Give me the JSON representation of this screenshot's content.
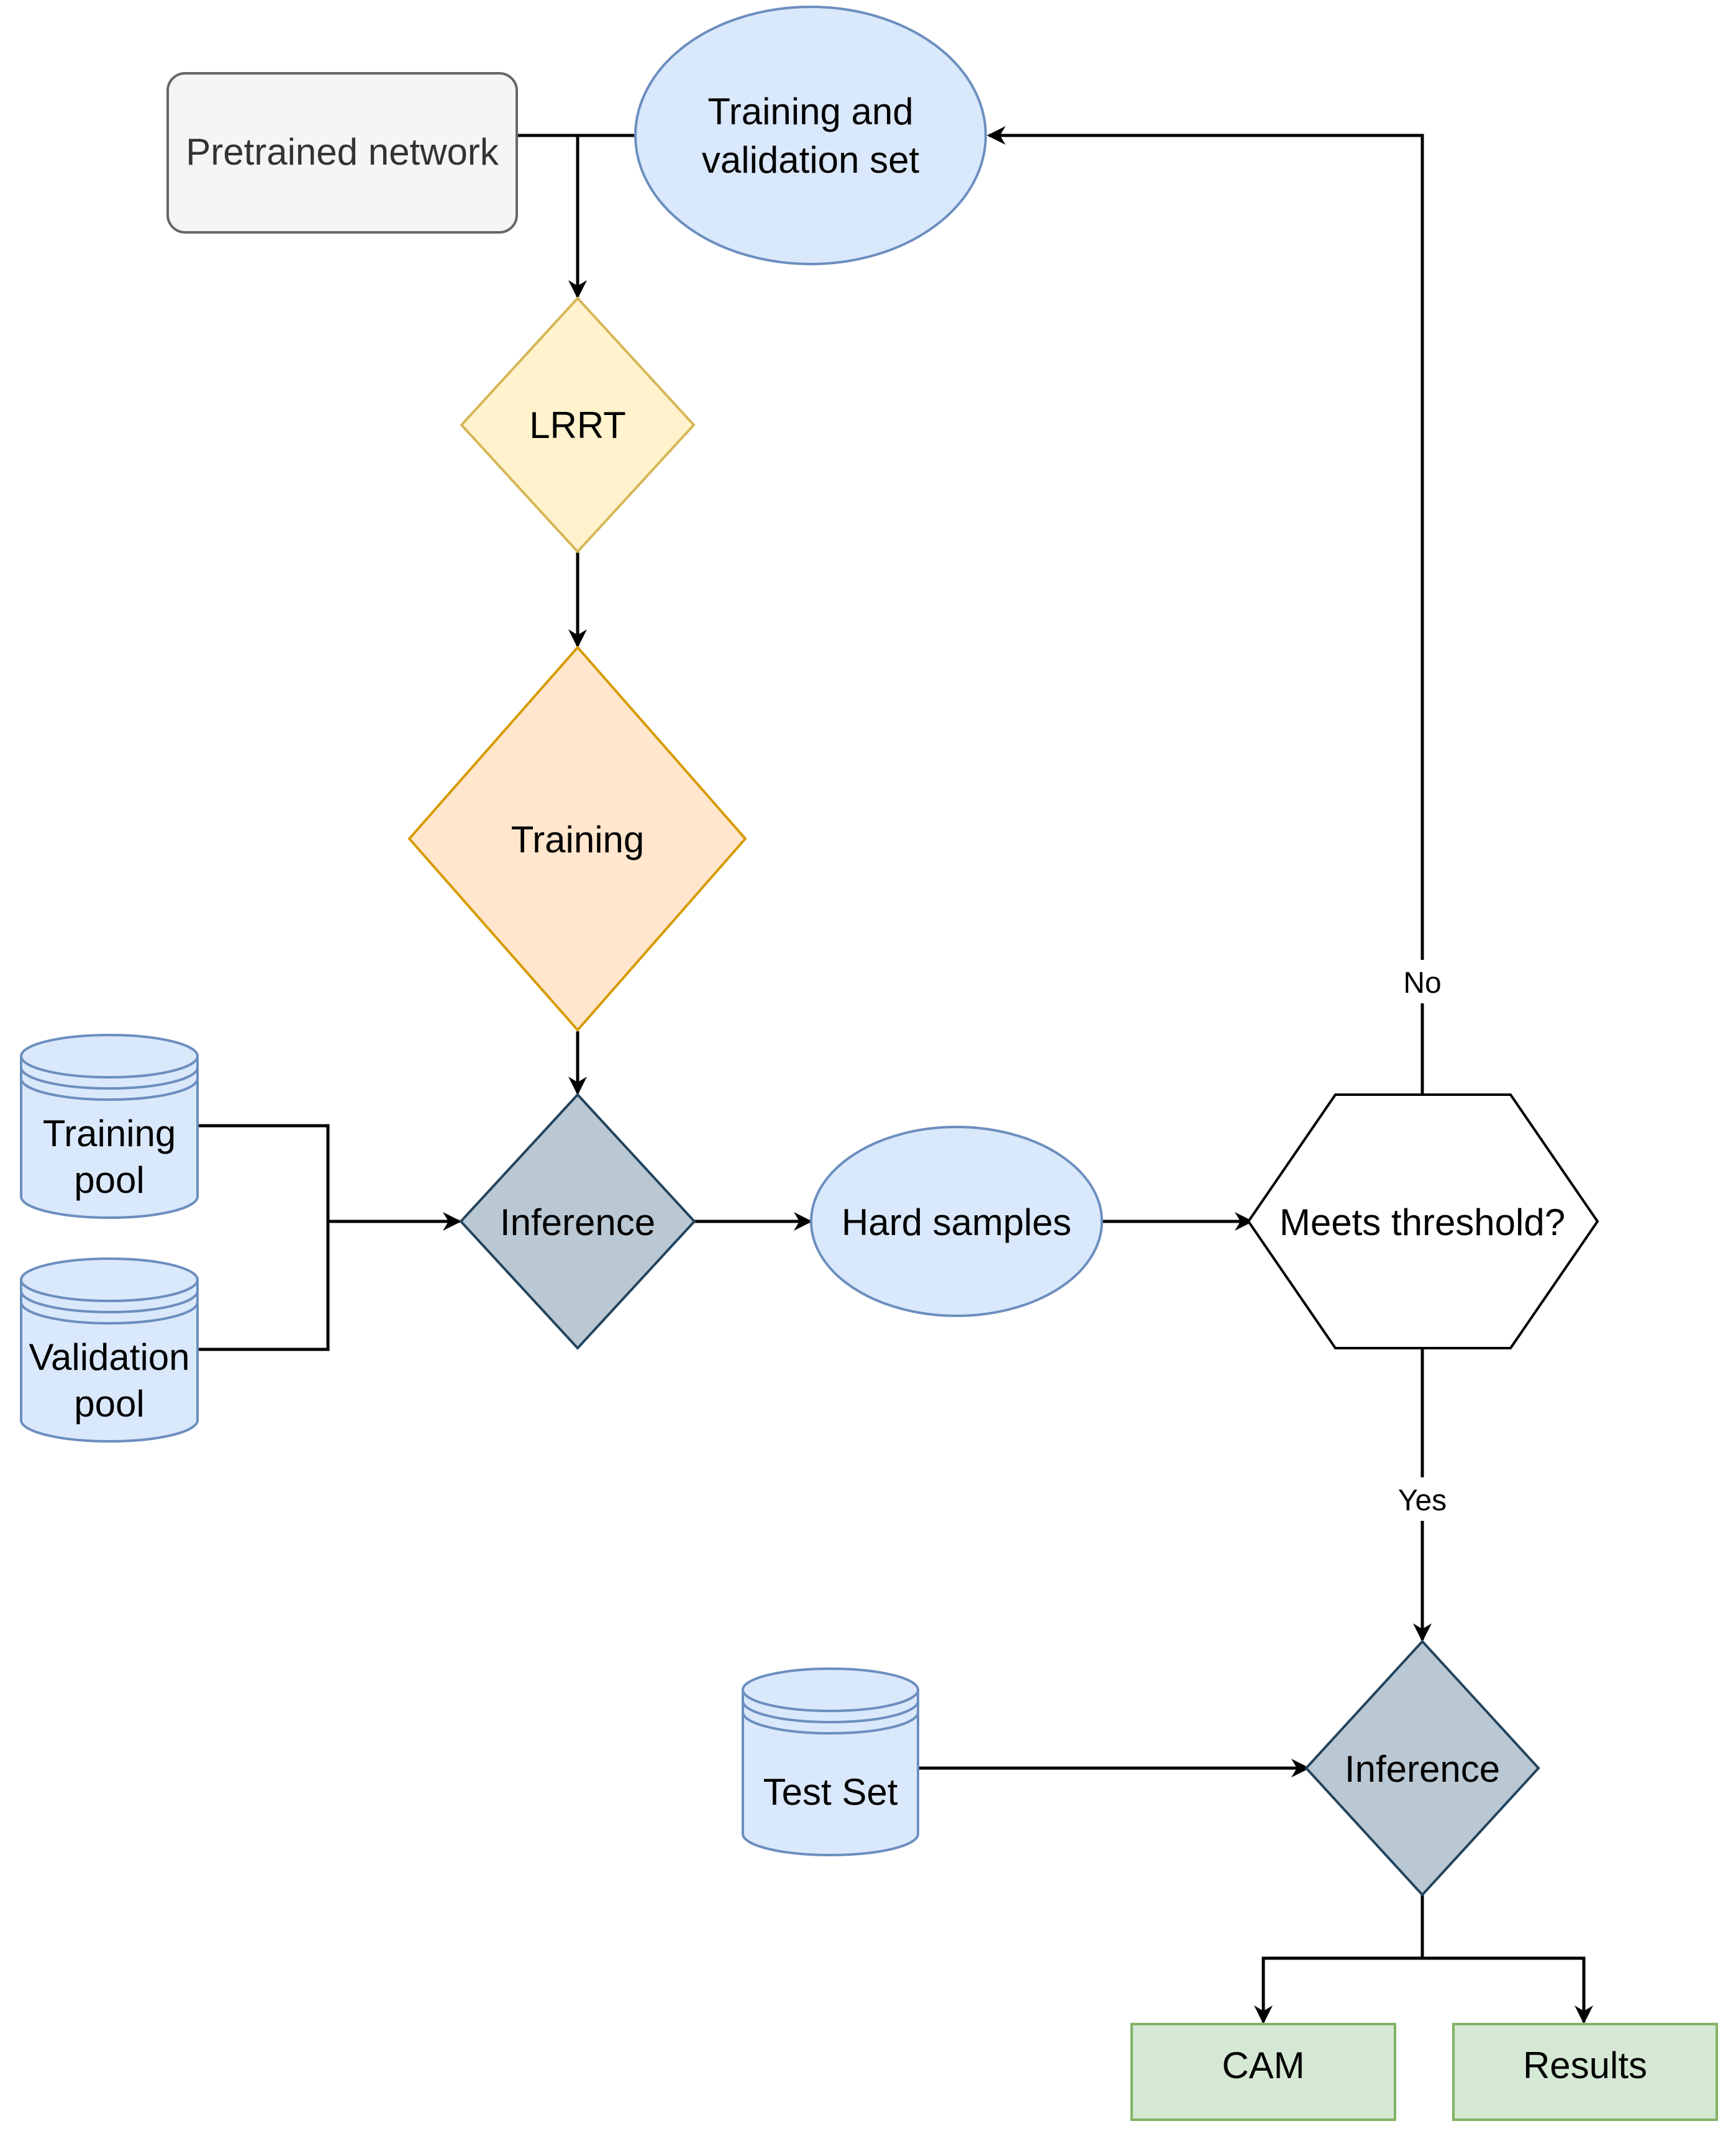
{
  "nodes": {
    "pretrained_network": {
      "label": "Pretrained network"
    },
    "training_validation_set": {
      "line1": "Training and",
      "line2": "validation set"
    },
    "lrrt": {
      "label": "LRRT"
    },
    "training": {
      "label": "Training"
    },
    "training_pool": {
      "line1": "Training",
      "line2": "pool"
    },
    "validation_pool": {
      "line1": "Validation",
      "line2": "pool"
    },
    "inference_1": {
      "label": "Inference"
    },
    "hard_samples": {
      "label": "Hard samples"
    },
    "meets_threshold": {
      "label": "Meets threshold?"
    },
    "test_set": {
      "label": "Test Set"
    },
    "inference_2": {
      "label": "Inference"
    },
    "cam": {
      "label": "CAM"
    },
    "results": {
      "label": "Results"
    }
  },
  "edges": {
    "no": {
      "label": "No"
    },
    "yes": {
      "label": "Yes"
    }
  },
  "colors": {
    "grey_fill": "#f5f5f5",
    "grey_stroke": "#666666",
    "blue_fill": "#dae8fc",
    "blue_stroke": "#6c8ebf",
    "yellow_fill": "#fff2cc",
    "yellow_stroke": "#d6b656",
    "orange_fill": "#ffe6cc",
    "orange_stroke": "#d79b00",
    "slate_fill": "#bac8d3",
    "slate_stroke": "#23445d",
    "green_fill": "#d5e8d4",
    "green_stroke": "#82b366",
    "line": "#000000"
  }
}
